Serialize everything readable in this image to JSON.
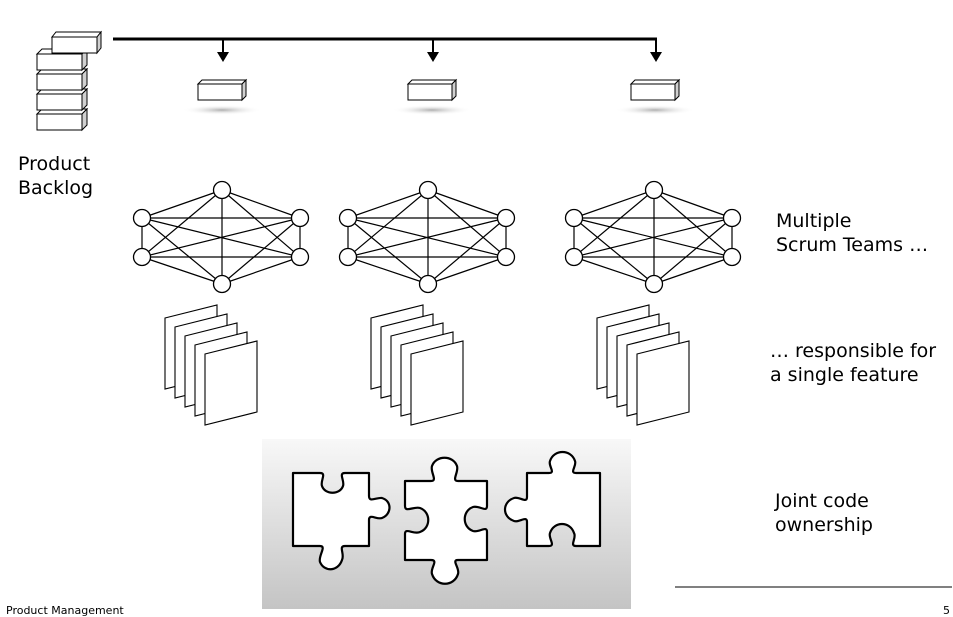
{
  "labels": {
    "product_backlog_line1": "Product",
    "product_backlog_line2": "Backlog",
    "teams_line1": "Multiple",
    "teams_line2": "Scrum Teams …",
    "feature_line1": "… responsible for",
    "feature_line2": "a single feature",
    "ownership_line1": "Joint code",
    "ownership_line2": "ownership"
  },
  "footer": {
    "left_text": "Product Management",
    "page_number": "5"
  },
  "colors": {
    "stroke": "#000000",
    "box_fill": "#ffffff",
    "box_side": "#d0d0d0",
    "panel_top": "#f7f7f7",
    "panel_bottom": "#c2c2c2"
  },
  "team_count": 3
}
